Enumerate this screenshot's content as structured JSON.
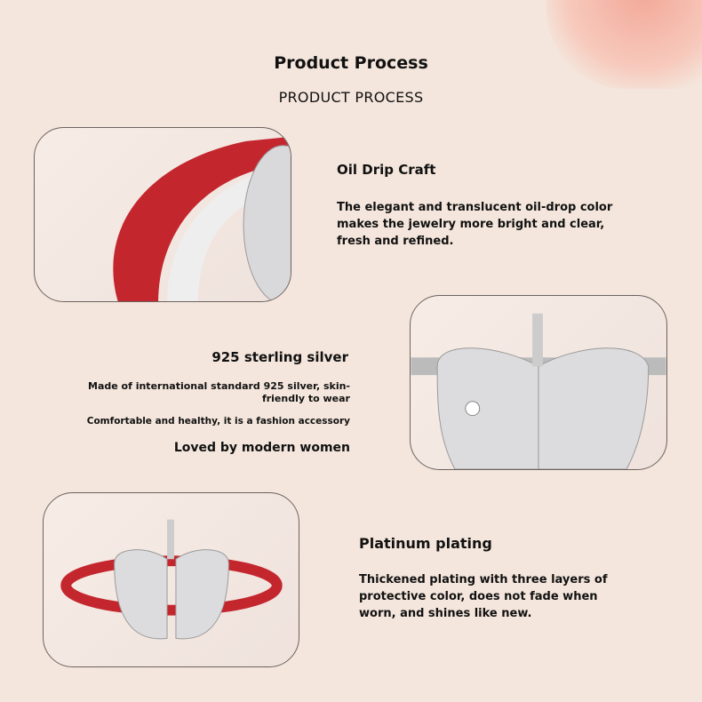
{
  "header": {
    "title": "Product Process",
    "subtitle": "PRODUCT PROCESS"
  },
  "sections": [
    {
      "title": "Oil Drip Craft",
      "text": "The elegant and translucent oil-drop color makes the jewelry more bright and clear, fresh and refined."
    },
    {
      "title": "925 sterling silver",
      "text": "Made of international standard 925 silver, skin-friendly to wear",
      "text2": "Comfortable and healthy, it is a fashion accessory",
      "text3": "Loved by modern women"
    },
    {
      "title": "Platinum plating",
      "text": "Thickened plating with three layers of protective color, does not fade when worn, and shines like new."
    }
  ],
  "colors": {
    "background": "#f4e6dc",
    "enamel": "#c4262e",
    "silver": "#d9d9dc"
  }
}
